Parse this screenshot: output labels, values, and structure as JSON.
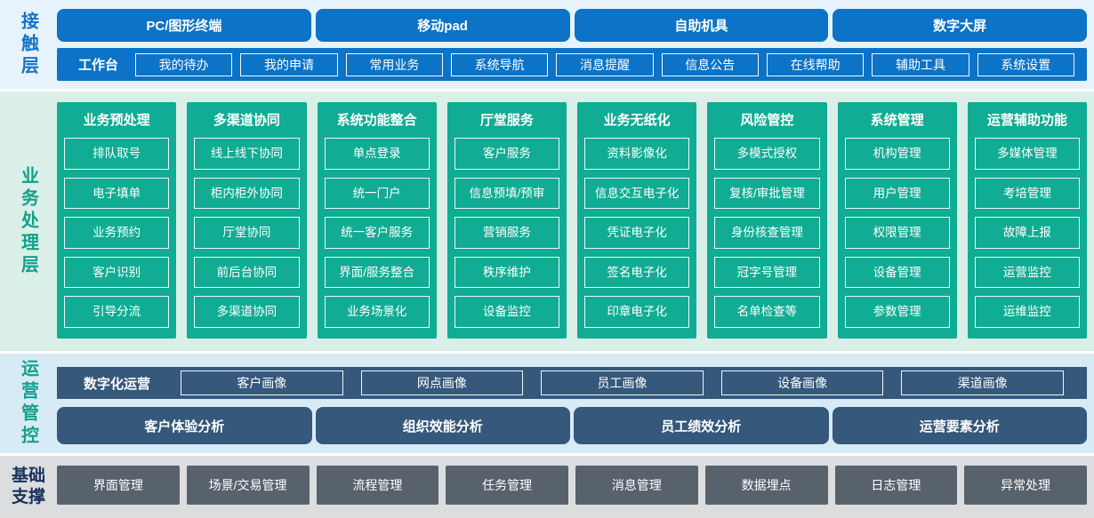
{
  "colors": {
    "contact_bg": "#e7f3fc",
    "blue": "#0c73c6",
    "blue_label": "#1473c6",
    "business_bg": "#d9efe8",
    "green": "#10ac93",
    "teal_label": "#12a18c",
    "ops_bg": "#d7ebf7",
    "slate_blue": "#35587b",
    "base_bg": "#dcdddf",
    "base_btn": "#57626d",
    "navy_label": "#16315a",
    "text_on_fill": "#ffffff"
  },
  "layers": {
    "contact": {
      "label": "接触层",
      "devices": [
        "PC/图形终端",
        "移动pad",
        "自助机具",
        "数字大屏"
      ],
      "workbench": {
        "label": "工作台",
        "items": [
          "我的待办",
          "我的申请",
          "常用业务",
          "系统导航",
          "消息提醒",
          "信息公告",
          "在线帮助",
          "辅助工具",
          "系统设置"
        ]
      }
    },
    "business": {
      "label": "业务处理层",
      "columns": [
        {
          "title": "业务预处理",
          "items": [
            "排队取号",
            "电子填单",
            "业务预约",
            "客户识别",
            "引导分流"
          ]
        },
        {
          "title": "多渠道协同",
          "items": [
            "线上线下协同",
            "柜内柜外协同",
            "厅堂协同",
            "前后台协同",
            "多渠道协同"
          ]
        },
        {
          "title": "系统功能整合",
          "items": [
            "单点登录",
            "统一门户",
            "统一客户服务",
            "界面/服务整合",
            "业务场景化"
          ]
        },
        {
          "title": "厅堂服务",
          "items": [
            "客户服务",
            "信息预填/预审",
            "营销服务",
            "秩序维护",
            "设备监控"
          ]
        },
        {
          "title": "业务无纸化",
          "items": [
            "资料影像化",
            "信息交互电子化",
            "凭证电子化",
            "签名电子化",
            "印章电子化"
          ]
        },
        {
          "title": "风险管控",
          "items": [
            "多模式授权",
            "复核/审批管理",
            "身份核查管理",
            "冠字号管理",
            "名单检查等"
          ]
        },
        {
          "title": "系统管理",
          "items": [
            "机构管理",
            "用户管理",
            "权限管理",
            "设备管理",
            "参数管理"
          ]
        },
        {
          "title": "运营辅助功能",
          "items": [
            "多媒体管理",
            "考培管理",
            "故障上报",
            "运营监控",
            "运维监控"
          ]
        }
      ]
    },
    "ops": {
      "label": "运营管控",
      "digital": {
        "label": "数字化运营",
        "items": [
          "客户画像",
          "网点画像",
          "员工画像",
          "设备画像",
          "渠道画像"
        ]
      },
      "analysis": [
        "客户体验分析",
        "组织效能分析",
        "员工绩效分析",
        "运营要素分析"
      ]
    },
    "base": {
      "label": "基础支撑",
      "items": [
        "界面管理",
        "场景/交易管理",
        "流程管理",
        "任务管理",
        "消息管理",
        "数据埋点",
        "日志管理",
        "异常处理"
      ]
    }
  }
}
